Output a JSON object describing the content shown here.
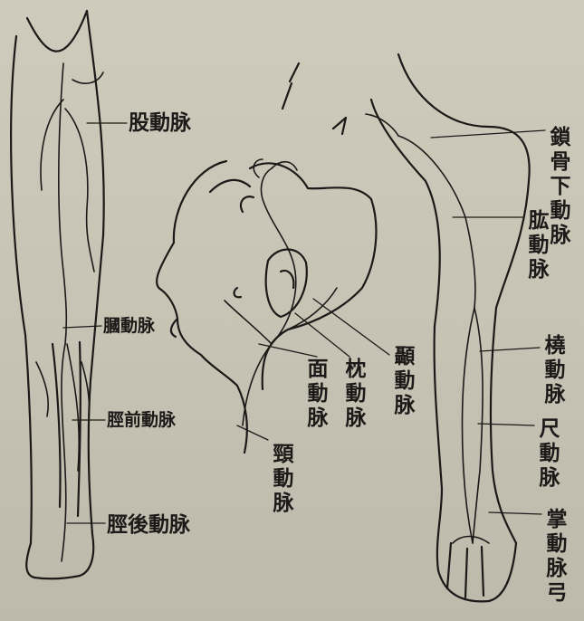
{
  "labels": {
    "femoral": "股動脉",
    "popliteal": "膕動脉",
    "anterior_tibial": "脛前動脉",
    "posterior_tibial": "脛後動脉",
    "subclavian": "鎖骨下動脉",
    "brachial": "肱動脉",
    "radial": "橈動脉",
    "ulnar": "尺動脉",
    "palmar": "掌動脉弓",
    "temporal": "顳動脉",
    "occipital": "枕動脉",
    "facial": "面動脉",
    "carotid": "頸動脉"
  },
  "colors": {
    "paper": "#c9c6b7",
    "ink": "#1c1a18"
  }
}
